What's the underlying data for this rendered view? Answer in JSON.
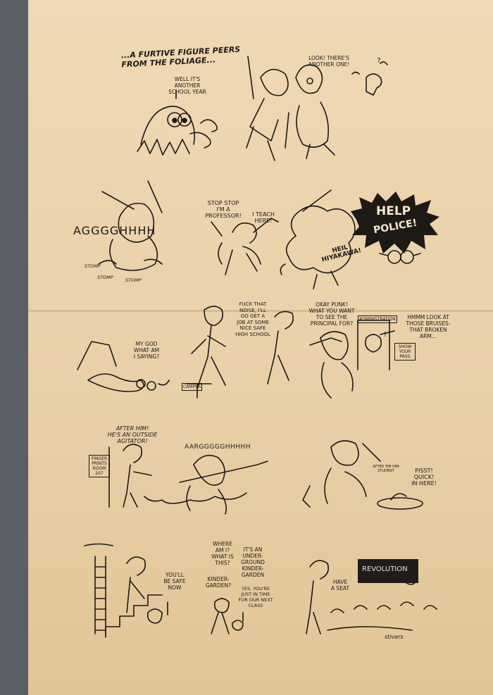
{
  "strip": {
    "caption_top": "...A FURTIVE FIGURE PEERS\nFROM THE FOLIAGE...",
    "row1": {
      "bubble_school": "WELL IT'S\nANOTHER\nSCHOOL YEAR",
      "bubble_look": "LOOK! THERE'S\nANOTHER ONE!",
      "question": "?"
    },
    "row2": {
      "scream": "AGGGGHHHH",
      "stomp1": "STOMP",
      "stomp2": "STOMP",
      "stomp3": "STOMP",
      "bubble_professor": "STOP STOP\nI'M A\nPROFESSOR!",
      "bubble_teach": "I TEACH\nHERE!",
      "sign_heil": "HEIL\nHIYAKAWA!",
      "help_line1": "HELP",
      "help_line2": "POLICE!"
    },
    "row3": {
      "bubble_mygod": "MY GOD\nWHAT AM\nI SAYING?",
      "bubble_fuck": "FUCK THAT\nNOISE, I'LL\nGO GET A\nJOB AT SOME\nNICE SAFE\nHIGH SCHOOL",
      "sign_campus": "CAMPUS",
      "bubble_punk": "OKAY PUNK!\nWHAT YOU WANT\nTO SEE THE\nPRINCIPAL FOR?",
      "sign_admin": "ADMINISTRATION",
      "bubble_bruises": "HMMM LOOK AT\nTHOSE BRUISES-\nTHAT BROKEN\nARM...",
      "sign_pass": "SHOW\nYOUR\nPASS",
      "question": "?"
    },
    "row4": {
      "bubble_afterhim": "AFTER HIM!\nHE'S AN OUTSIDE\nAGITATOR!",
      "sign_room": "FINGER\nPRINTS\nROOM\n207",
      "scream": "AARGGGGGHHHHH",
      "sfx_after": "AFTER 'EM HIM\nSTUDENT",
      "bubble_pssst": "PISST!\nQUICK!\nIN HERE!"
    },
    "row5": {
      "bubble_safe": "YOU'LL\nBE SAFE\nNOW",
      "bubble_where": "WHERE\nAM I?\nWHAT IS\nTHIS?",
      "bubble_underground": "IT'S AN\nUNDER-\nGROUND\nKINDER-\nGARDEN",
      "bubble_kinder": "KINDER-\nGARDEN?",
      "bubble_yes": "YES, YOU'RE\nJUST IN TIME\nFOR OUR NEXT\nCLASS",
      "bubble_seat": "HAVE\nA SEAT",
      "board_text": "REVOLUTION",
      "signature": "stivers"
    }
  },
  "colors": {
    "paper": "#ecd5ae",
    "ink": "#1d1a16",
    "backdrop": "#5a5f66"
  }
}
